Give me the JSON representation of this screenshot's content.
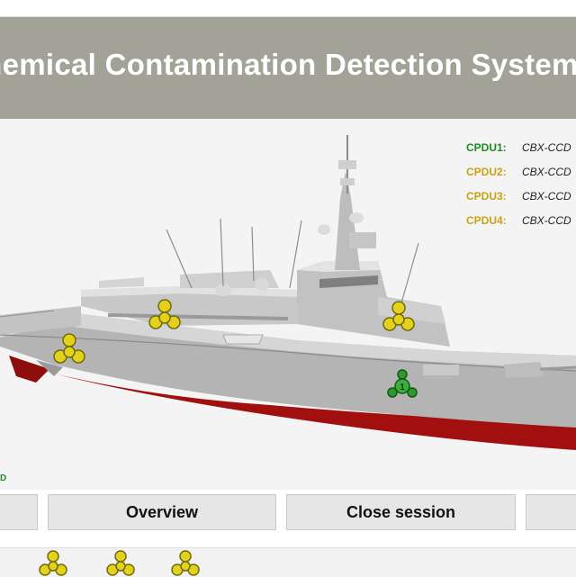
{
  "header": {
    "title": "Chemical Contamination Detection System"
  },
  "legend": [
    {
      "key": "CPDU1:",
      "value": "CBX-CCD",
      "color": "#1f8a1f"
    },
    {
      "key": "CPDU2:",
      "value": "CBX-CCD",
      "color": "#c9a214"
    },
    {
      "key": "CPDU3:",
      "value": "CBX-CCD",
      "color": "#c9a214"
    },
    {
      "key": "CPDU4:",
      "value": "CBX-CCD",
      "color": "#c9a214"
    }
  ],
  "status": {
    "text": "D"
  },
  "buttons": {
    "overview": "Overview",
    "close_session": "Close session"
  },
  "markers": [
    {
      "name": "cpdu-yellow",
      "icon": "hazard-icon",
      "color": "#e4d21a"
    },
    {
      "name": "cpdu1-green",
      "icon": "hazard-icon",
      "color": "#2e9a2e",
      "label": "1"
    }
  ],
  "colors": {
    "title_bar": "#a3a296",
    "hull_red": "#a10f0f",
    "ok": "#1f8a1f",
    "warn": "#c9a214"
  }
}
